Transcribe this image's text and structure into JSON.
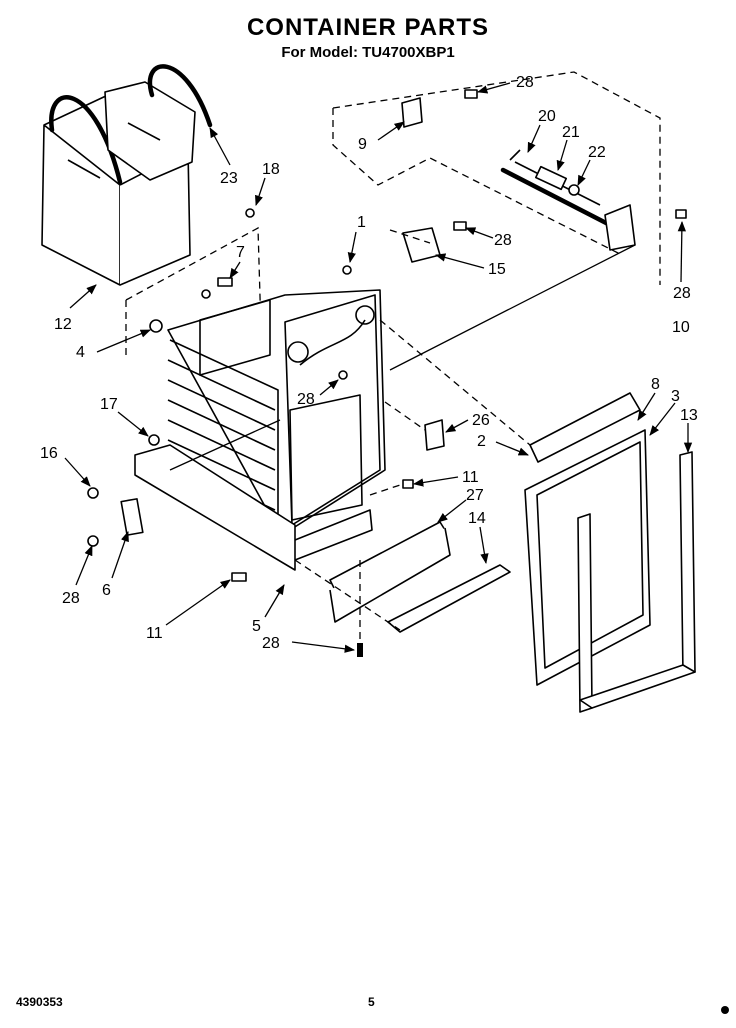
{
  "title": "CONTAINER PARTS",
  "subtitle": "For Model: TU4700XBP1",
  "footer": {
    "part_number": "4390353",
    "page": "5"
  },
  "labels": [
    "28",
    "9",
    "20",
    "21",
    "22",
    "18",
    "23",
    "12",
    "7",
    "1",
    "28",
    "15",
    "28",
    "10",
    "4",
    "28",
    "26",
    "8",
    "3",
    "13",
    "2",
    "17",
    "16",
    "11",
    "27",
    "14",
    "6",
    "28",
    "11",
    "5",
    "28"
  ]
}
